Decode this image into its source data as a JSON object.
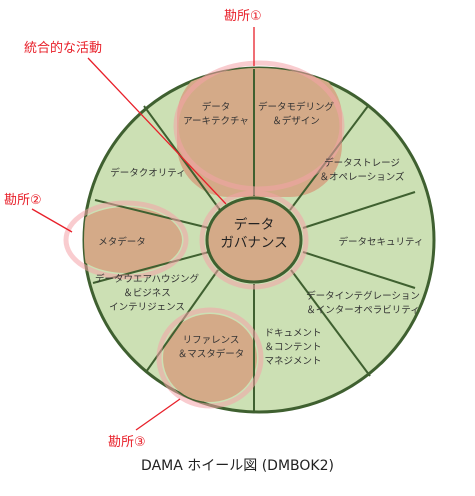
{
  "center": {
    "lines": [
      "データ",
      "ガバナンス"
    ]
  },
  "areas": [
    {
      "id": "data-architecture",
      "lines": [
        "データ",
        "アーキテクチャ"
      ]
    },
    {
      "id": "data-modeling-design",
      "lines": [
        "データモデリング",
        "＆デザイン"
      ]
    },
    {
      "id": "data-storage-operations",
      "lines": [
        "データストレージ",
        "＆オペレーションズ"
      ]
    },
    {
      "id": "data-security",
      "lines": [
        "データセキュリティ"
      ]
    },
    {
      "id": "data-integration-interoperability",
      "lines": [
        "データインテグレーション",
        "＆インターオペラビリティ"
      ]
    },
    {
      "id": "document-content-management",
      "lines": [
        "ドキュメント",
        "＆コンテント",
        "マネジメント"
      ]
    },
    {
      "id": "reference-master-data",
      "lines": [
        "リファレンス",
        "＆マスタデータ"
      ]
    },
    {
      "id": "data-warehousing-bi",
      "lines": [
        "データウエアハウジング",
        "＆ビジネス",
        "インテリジェンス"
      ]
    },
    {
      "id": "metadata",
      "lines": [
        "メタデータ"
      ]
    },
    {
      "id": "data-quality",
      "lines": [
        "データクオリティ"
      ]
    }
  ],
  "annotations": {
    "point1": "勘所①",
    "point2": "勘所②",
    "point3": "勘所③",
    "integrated": "統合的な活動"
  },
  "caption": "DAMA ホイール図 (DMBOK2)",
  "colors": {
    "wheel_fill": "#cce0b4",
    "highlight_fill": "#d4aa88",
    "outline": "#3f6030",
    "annotation_red": "#e8202a",
    "glow": "#f4a3a8"
  }
}
